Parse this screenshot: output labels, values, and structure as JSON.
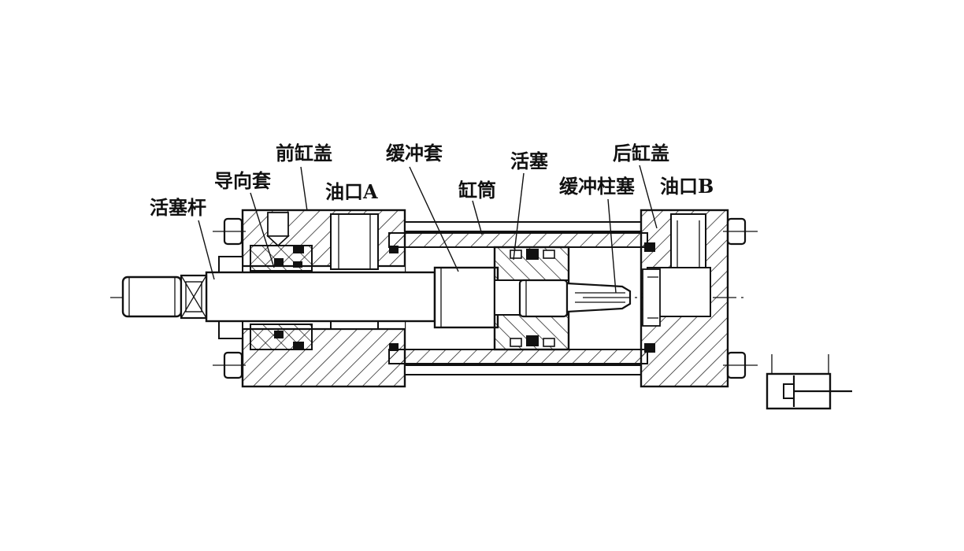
{
  "diagram": {
    "labels": {
      "front_cover": "前缸盖",
      "cushion_sleeve": "缓冲套",
      "piston": "活塞",
      "rear_cover": "后缸盖",
      "guide_sleeve": "导向套",
      "port_a": "油口A",
      "cylinder_barrel": "缸筒",
      "cushion_plunger": "缓冲柱塞",
      "port_b": "油口B",
      "piston_rod": "活塞杆"
    },
    "colors": {
      "line": "#111111",
      "background": "#ffffff"
    }
  }
}
